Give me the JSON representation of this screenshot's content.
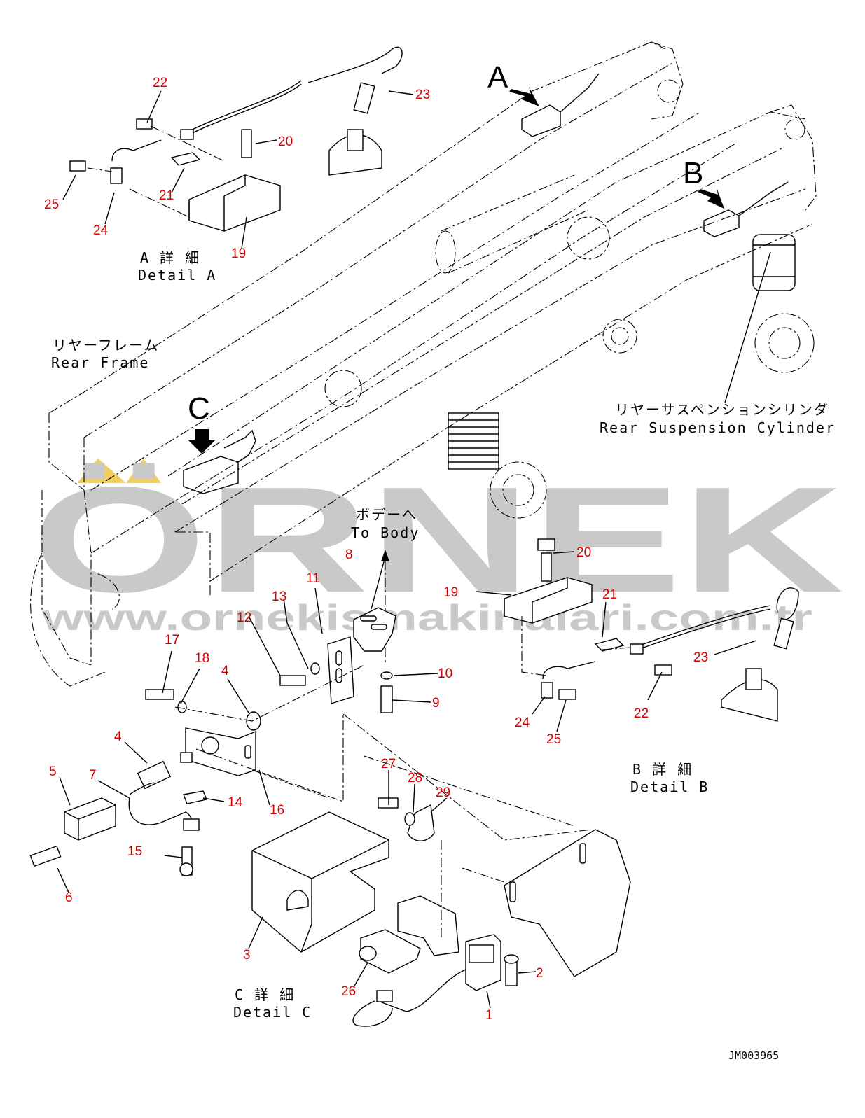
{
  "drawing_code": "JM003965",
  "watermark": {
    "brand": "ÖRNEK",
    "url": "www.ornekismakinalari.com.tr"
  },
  "view_markers": [
    "A",
    "B",
    "C"
  ],
  "labels": {
    "detail_a_jp": "A 詳 細",
    "detail_a_en": "Detail A",
    "detail_b_jp": "B 詳 細",
    "detail_b_en": "Detail B",
    "detail_c_jp": "C 詳 細",
    "detail_c_en": "Detail C",
    "rear_frame_jp": "リヤーフレーム",
    "rear_frame_en": "Rear Frame",
    "rear_susp_jp": "リヤーサスペンションシリンダ",
    "rear_susp_en": "Rear Suspension Cylinder",
    "to_body_jp": "ボデーへ",
    "to_body_en": "To Body"
  },
  "callouts": {
    "a22": "22",
    "a23": "23",
    "a20": "20",
    "a25": "25",
    "a21": "21",
    "a24": "24",
    "a19": "19",
    "b20": "20",
    "b19": "19",
    "b21": "21",
    "b23": "23",
    "b22": "22",
    "b24": "24",
    "b25": "25",
    "c8": "8",
    "c11": "11",
    "c13": "13",
    "c12": "12",
    "c17": "17",
    "c18": "18",
    "c4a": "4",
    "c10": "10",
    "c9": "9",
    "c4b": "4",
    "c5": "5",
    "c7": "7",
    "c16": "16",
    "c14": "14",
    "c15": "15",
    "c6": "6",
    "c27": "27",
    "c28": "28",
    "c29": "29",
    "c3": "3",
    "c26": "26",
    "c2": "2",
    "c1": "1"
  }
}
